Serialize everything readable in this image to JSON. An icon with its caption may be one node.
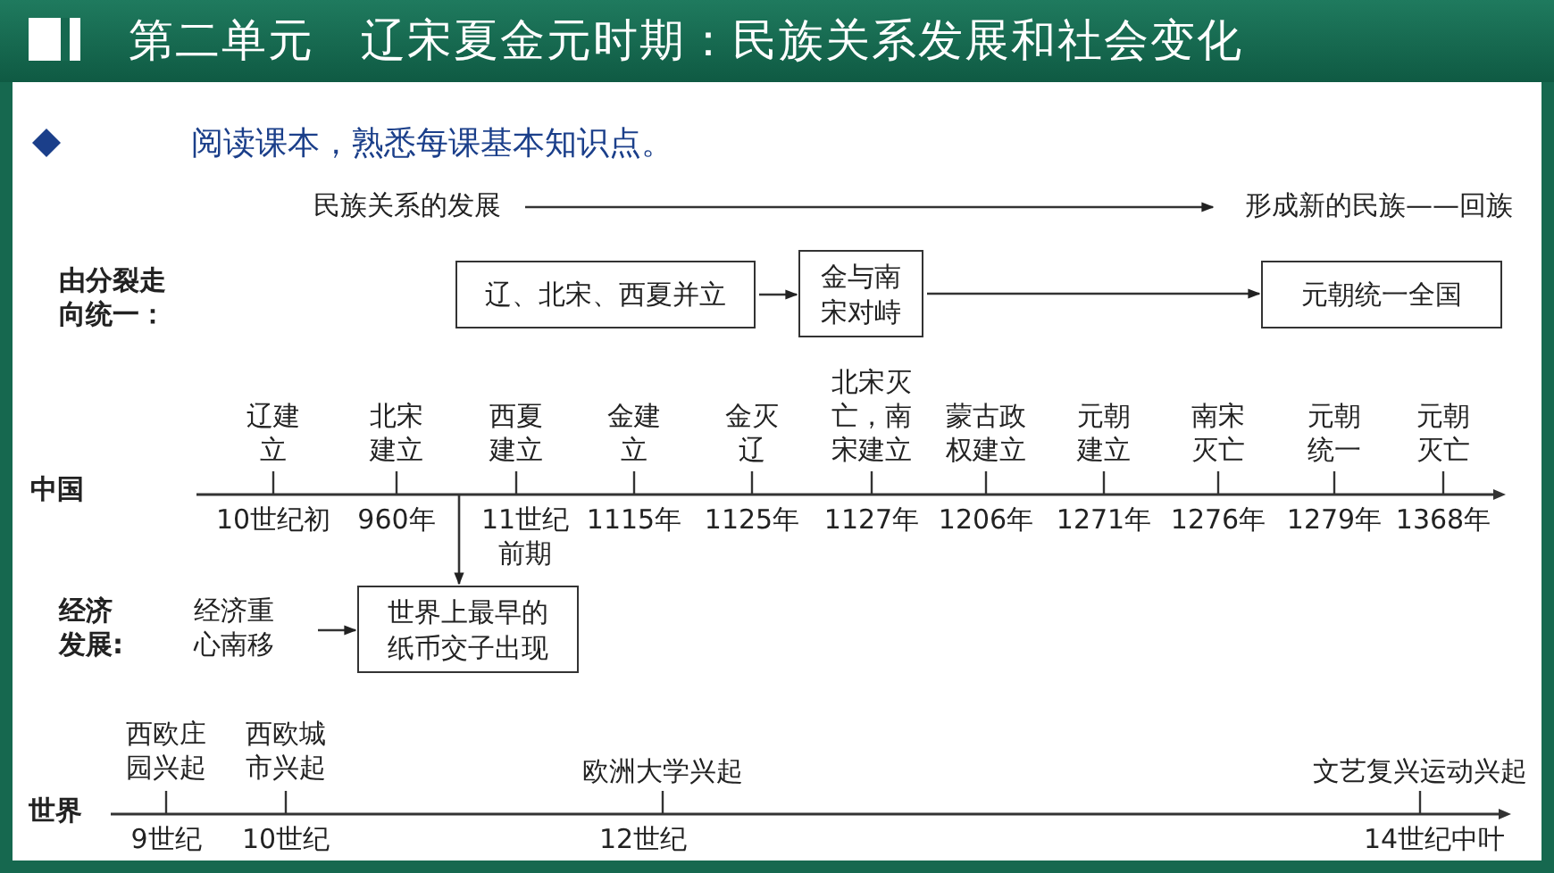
{
  "diagram": {
    "title": "第二单元　辽宋夏金元时期：民族关系发展和社会变化",
    "nodes": [
      {
        "text": [
          "民族关系的发展"
        ]
      },
      {
        "text": [
          "形成新的民族——回族"
        ]
      },
      {
        "text": [
          "辽、北宋、西夏并立"
        ]
      },
      {
        "text": [
          "金与南宋对峙"
        ]
      },
      {
        "text": [
          "元朝统一全国"
        ]
      },
      {
        "text": [
          "经济重心南移"
        ]
      },
      {
        "text": [
          "世界上最早的纸币交子出现"
        ]
      }
    ],
    "edges": [
      {
        "from": 0,
        "to": 1,
        "arrow": "to"
      },
      {
        "from": 2,
        "to": 3,
        "arrow": "to"
      },
      {
        "from": 3,
        "to": 4,
        "arrow": "to"
      },
      {
        "from": 5,
        "to": 6,
        "arrow": "to"
      },
      {
        "from": null,
        "to": 6,
        "arrow": "to"
      }
    ],
    "labels": [
      "阅读课本，熟悉每课基本知识点。",
      "由分裂走向统一：",
      "辽建立",
      "北宋建立",
      "西夏建立",
      "金建立",
      "金灭辽",
      "北宋灭亡，南宋建立",
      "蒙古政权建立",
      "元朝建立",
      "南宋灭亡",
      "元朝统一",
      "元朝灭亡",
      "中国",
      "10世纪初",
      "960年",
      "11世纪前期",
      "1115年",
      "1125年",
      "1127年",
      "1206年",
      "1271年",
      "1276年",
      "1279年",
      "1368年",
      "经济发展:",
      "西欧庄园兴起",
      "西欧城市兴起",
      "欧洲大学兴起",
      "文艺复兴运动兴起",
      "世界",
      "9世纪",
      "10世纪",
      "12世纪",
      "14世纪中叶"
    ]
  }
}
